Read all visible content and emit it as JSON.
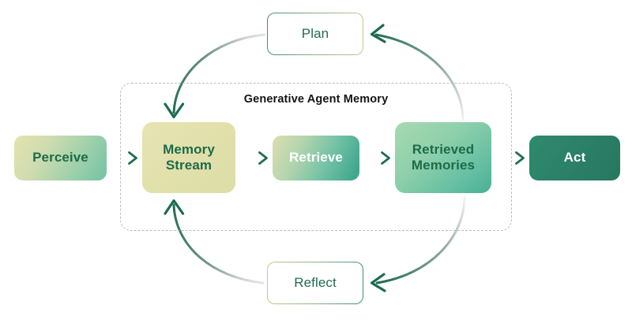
{
  "diagram": {
    "title": "Generative Agent Memory",
    "group_label": "Generative Agent Memory",
    "nodes": {
      "perceive": {
        "label": "Perceive",
        "style": "filled-gradient",
        "text_color": "#1d6b4a"
      },
      "memory_stream": {
        "label_line1": "Memory",
        "label_line2": "Stream",
        "style": "filled-solid",
        "text_color": "#1d6b4a"
      },
      "retrieve": {
        "label": "Retrieve",
        "style": "filled-gradient",
        "text_color": "#ffffff"
      },
      "retrieved_memories": {
        "label_line1": "Retrieved",
        "label_line2": "Memories",
        "style": "filled-gradient",
        "text_color": "#1d6b4a"
      },
      "act": {
        "label": "Act",
        "style": "filled-gradient-dark",
        "text_color": "#ffffff"
      },
      "plan": {
        "label": "Plan",
        "style": "outlined",
        "text_color": "#236b52"
      },
      "reflect": {
        "label": "Reflect",
        "style": "outlined",
        "text_color": "#236b52"
      }
    },
    "edges": [
      {
        "name": "perceive-to-memory-stream",
        "from": "perceive",
        "to": "memory_stream",
        "kind": "straight-arrow"
      },
      {
        "name": "memory-stream-to-retrieve",
        "from": "memory_stream",
        "to": "retrieve",
        "kind": "straight-arrow"
      },
      {
        "name": "retrieve-to-retrieved-memories",
        "from": "retrieve",
        "to": "retrieved_memories",
        "kind": "straight-arrow"
      },
      {
        "name": "retrieved-memories-to-act",
        "from": "retrieved_memories",
        "to": "act",
        "kind": "straight-arrow"
      },
      {
        "name": "retrieved-memories-to-plan",
        "from": "retrieved_memories",
        "to": "plan",
        "kind": "curved-arrow"
      },
      {
        "name": "plan-to-memory-stream",
        "from": "plan",
        "to": "memory_stream",
        "kind": "curved-arrow"
      },
      {
        "name": "retrieved-memories-to-reflect",
        "from": "retrieved_memories",
        "to": "reflect",
        "kind": "curved-arrow"
      },
      {
        "name": "reflect-to-memory-stream",
        "from": "reflect",
        "to": "memory_stream",
        "kind": "curved-arrow"
      }
    ],
    "colors": {
      "accent_green": "#1d6b4a",
      "arrow_green": "#1f6e55",
      "arrow_fade": "#cfd2d6",
      "dashed_border": "#b9bcc2",
      "pale_yellow": "#e2e1ac",
      "mid_green": "#6ec0a3",
      "dark_green": "#2c8168",
      "background": "#ffffff"
    }
  }
}
